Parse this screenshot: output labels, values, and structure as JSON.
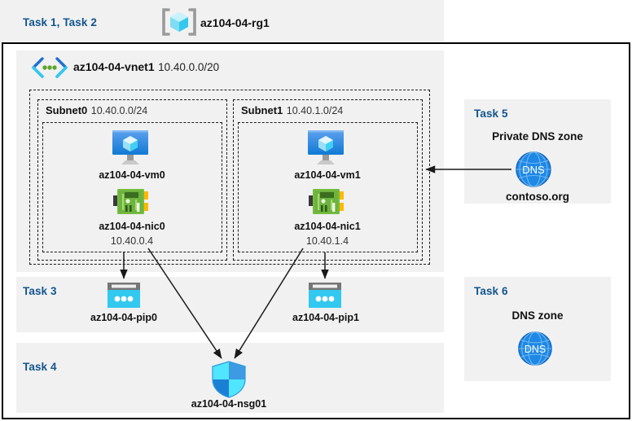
{
  "header": {
    "task_label": "Task 1, Task 2",
    "resource_group_icon": "resource-group-icon",
    "resource_group_name": "az104-04-rg1"
  },
  "vnet": {
    "icon": "virtual-network-icon",
    "name": "az104-04-vnet1",
    "cidr": "10.40.0.0/20",
    "subnets": [
      {
        "name": "Subnet0",
        "cidr": "10.40.0.0/24",
        "vm": {
          "icon": "virtual-machine-icon",
          "label": "az104-04-vm0"
        },
        "nic": {
          "icon": "network-interface-icon",
          "label": "az104-04-nic0",
          "ip": "10.40.0.4"
        }
      },
      {
        "name": "Subnet1",
        "cidr": "10.40.1.0/24",
        "vm": {
          "icon": "virtual-machine-icon",
          "label": "az104-04-vm1"
        },
        "nic": {
          "icon": "network-interface-icon",
          "label": "az104-04-nic1",
          "ip": "10.40.1.4"
        }
      }
    ]
  },
  "task3": {
    "task_label": "Task 3",
    "public_ips": [
      {
        "icon": "public-ip-address-icon",
        "label": "az104-04-pip0"
      },
      {
        "icon": "public-ip-address-icon",
        "label": "az104-04-pip1"
      }
    ]
  },
  "task4": {
    "task_label": "Task 4",
    "nsg": {
      "icon": "network-security-group-icon",
      "label": "az104-04-nsg01"
    }
  },
  "task5": {
    "task_label": "Task 5",
    "heading": "Private DNS zone",
    "icon": "dns-zone-icon",
    "icon_text": "DNS",
    "zone_name": "contoso.org"
  },
  "task6": {
    "task_label": "Task 6",
    "heading": "DNS zone",
    "icon": "dns-zone-icon",
    "icon_text": "DNS"
  },
  "colors": {
    "task_label_blue": "#12558f",
    "panel_gray": "#f1f1f1",
    "outer_border": "#000000",
    "dashed_border": "#1a1a1a",
    "azure_blue": "#0078d4",
    "cyan": "#32c8f0",
    "nic_green": "#6cb33f",
    "nic_yellow": "#ffb900",
    "dns_blue": "#1e88e5",
    "arrow": "#1a1a1a"
  }
}
